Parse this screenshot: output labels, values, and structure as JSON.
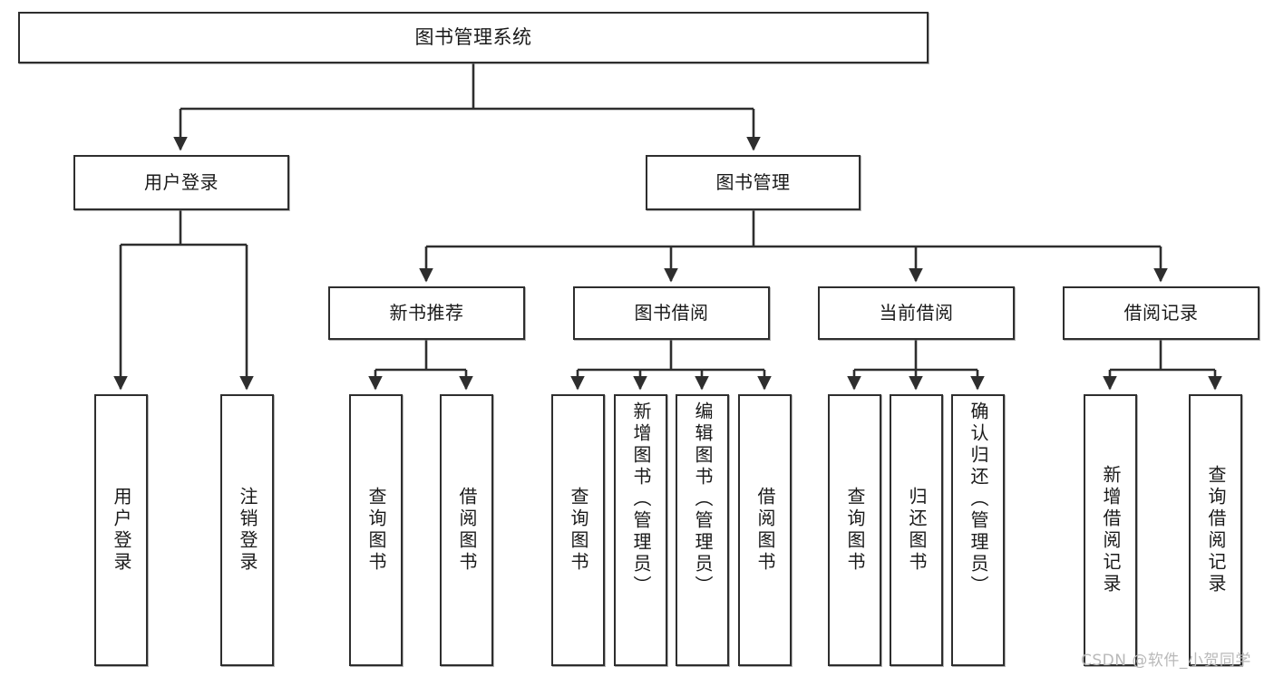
{
  "diagram": {
    "type": "tree",
    "title": "图书管理系统",
    "watermark": "CSDN @软件_小贺同学",
    "colors": {
      "box_border": "#2e2e2e",
      "box_fill": "#ffffff",
      "connector": "#2e2e2e",
      "text": "#1a1a1a",
      "watermark": "#b9b9b9"
    },
    "root": {
      "label": "图书管理系统"
    },
    "level1": [
      {
        "label": "用户登录"
      },
      {
        "label": "图书管理"
      }
    ],
    "level2": [
      {
        "label": "新书推荐"
      },
      {
        "label": "图书借阅"
      },
      {
        "label": "当前借阅"
      },
      {
        "label": "借阅记录"
      }
    ],
    "leaves": [
      {
        "label": "用户登录",
        "parent": "用户登录"
      },
      {
        "label": "注销登录",
        "parent": "用户登录"
      },
      {
        "label": "查询图书",
        "parent": "新书推荐"
      },
      {
        "label": "借阅图书",
        "parent": "新书推荐"
      },
      {
        "label": "查询图书",
        "parent": "图书借阅"
      },
      {
        "label": "新增图书（管理员）",
        "parent": "图书借阅"
      },
      {
        "label": "编辑图书（管理员）",
        "parent": "图书借阅"
      },
      {
        "label": "借阅图书",
        "parent": "图书借阅"
      },
      {
        "label": "查询图书",
        "parent": "当前借阅"
      },
      {
        "label": "归还图书",
        "parent": "当前借阅"
      },
      {
        "label": "确认归还（管理员）",
        "parent": "当前借阅"
      },
      {
        "label": "新增借阅记录",
        "parent": "借阅记录"
      },
      {
        "label": "查询借阅记录",
        "parent": "借阅记录"
      }
    ]
  }
}
